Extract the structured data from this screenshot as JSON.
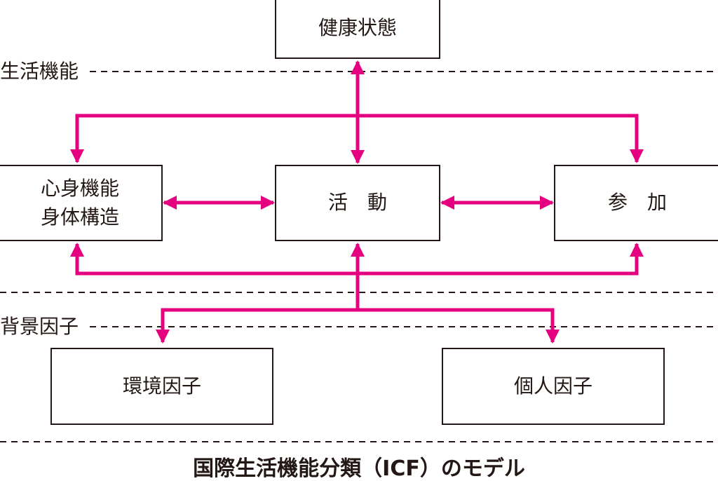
{
  "boxes": {
    "health_condition": "健康状態",
    "body_functions_line1": "心身機能",
    "body_functions_line2": "身体構造",
    "activity": "活　動",
    "participation": "参　加",
    "environmental_factors": "環境因子",
    "personal_factors": "個人因子"
  },
  "sections": {
    "functioning": "生活機能",
    "contextual_factors": "背景因子"
  },
  "caption": "国際生活機能分類（ICF）のモデル",
  "colors": {
    "arrow": "#e4007f",
    "border": "#231815",
    "dash": "#231815"
  }
}
